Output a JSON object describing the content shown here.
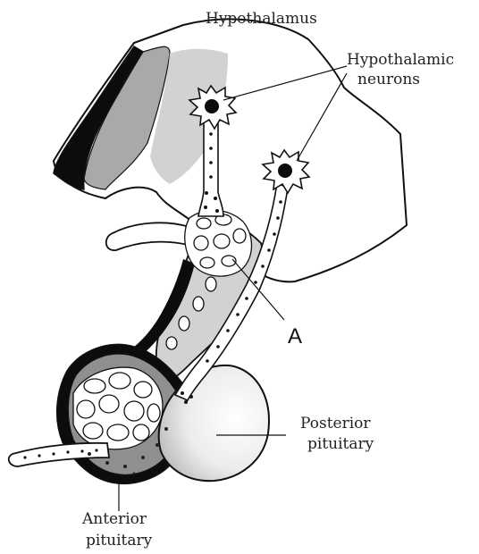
{
  "labels": {
    "hypothalamus": "Hypothalamus",
    "neurons_line1": "Hypothalamic",
    "neurons_line2": "neurons",
    "marker_a": "A",
    "posterior_line1": "Posterior",
    "posterior_line2": "pituitary",
    "anterior_line1": "Anterior",
    "anterior_line2": "pituitary"
  },
  "colors": {
    "outline": "#111111",
    "dark_fill": "#0c0c0c",
    "mid_gray": "#a9a9a9",
    "light_gray": "#d2d2d2",
    "white": "#ffffff"
  }
}
